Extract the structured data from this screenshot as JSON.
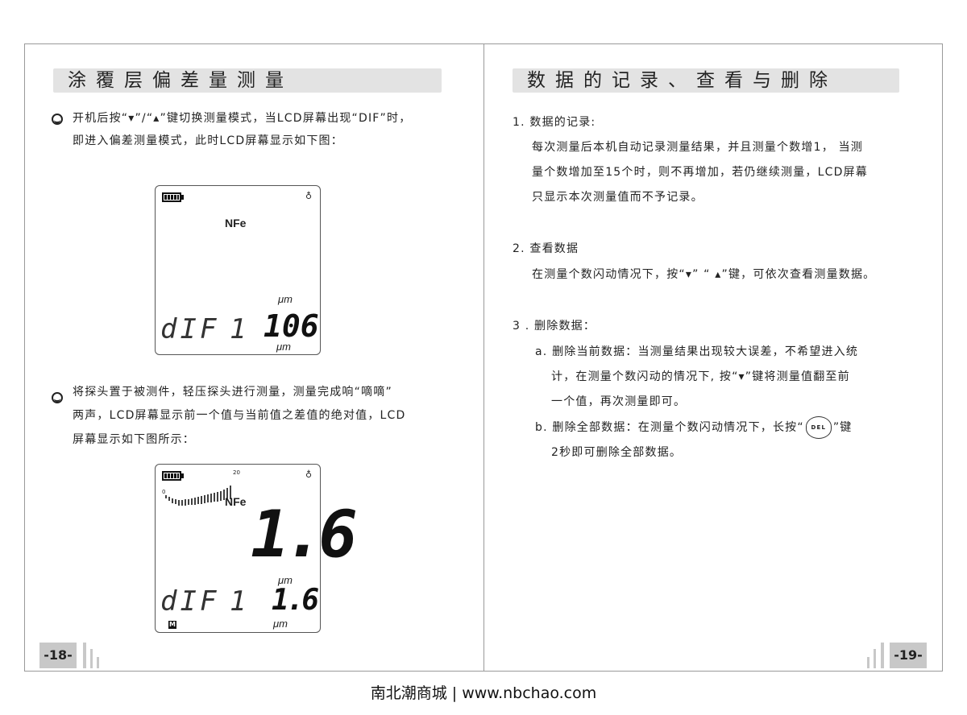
{
  "left": {
    "title": "涂覆层偏差量测量",
    "bullet1_line1": "开机后按“▾”/“▴”键切换测量模式，当LCD屏幕出现“DIF”时，",
    "bullet1_line2": "即进入偏差测量模式，此时LCD屏幕显示如下图：",
    "lcd1": {
      "mode": "NFe",
      "unit_top": "μm",
      "dif_label": "dIF",
      "dif_index": "1",
      "value": "106",
      "unit_bottom": "μm"
    },
    "bullet2_line1": "将探头置于被测件，轻压探头进行测量，测量完成响“嘀嘀”",
    "bullet2_line2": "两声，LCD屏幕显示前一个值与当前值之差值的绝对值，LCD",
    "bullet2_line3": "屏幕显示如下图所示：",
    "lcd2": {
      "scale_max": "20",
      "scale_min": "0",
      "mode": "NFe",
      "big_value": "1.6",
      "unit_mid": "μm",
      "dif_label": "dIF",
      "dif_index": "1",
      "value": "1.6",
      "unit_bottom": "μm",
      "memory": "M"
    },
    "page_number": "-18-"
  },
  "right": {
    "title": "数据的记录、查看与删除",
    "s1_heading": "1. 数据的记录:",
    "s1_line1": "每次测量后本机自动记录测量结果，并且测量个数增1， 当测",
    "s1_line2": "量个数增加至15个时，则不再增加，若仍继续测量，LCD屏幕",
    "s1_line3": "只显示本次测量值而不予记录。",
    "s2_heading": "2. 查看数据",
    "s2_line1": "在测量个数闪动情况下，按“▾” “ ▴”键，可依次查看测量数据。",
    "s3_heading": "3 . 删除数据：",
    "s3a_line1": "a. 删除当前数据：当测量结果出现较大误差，不希望进入统",
    "s3a_line2": "计，在测量个数闪动的情况下, 按“▾”键将测量值翻至前",
    "s3a_line3": "一个值，再次测量即可。",
    "s3b_pre": "b. 删除全部数据：在测量个数闪动情况下，长按“",
    "s3b_key": "DEL",
    "s3b_post": "”键",
    "s3b_line2": "2秒即可删除全部数据。",
    "page_number": "-19-"
  },
  "footer": "南北潮商城 | www.nbchao.com"
}
